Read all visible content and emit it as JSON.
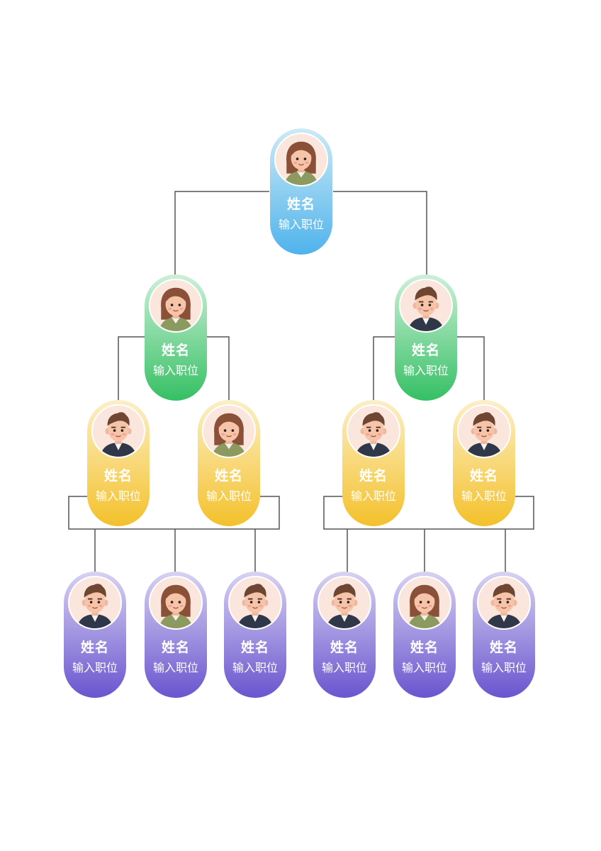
{
  "colors": {
    "connector": "#555555",
    "level_root": [
      "#cdeaf6",
      "#4fb3ec"
    ],
    "level_2": [
      "#cdf0d8",
      "#35c064"
    ],
    "level_3": [
      "#fcefc7",
      "#f4c12b"
    ],
    "level_4": [
      "#d8d2f2",
      "#6a55cf"
    ]
  },
  "nodes": [
    {
      "id": "root",
      "level": "root",
      "avatar": "female",
      "name": "姓名",
      "role": "输入职位"
    },
    {
      "id": "l2-left",
      "level": "2",
      "avatar": "female",
      "name": "姓名",
      "role": "输入职位"
    },
    {
      "id": "l2-right",
      "level": "2",
      "avatar": "male",
      "name": "姓名",
      "role": "输入职位"
    },
    {
      "id": "l3-1",
      "level": "3",
      "avatar": "male",
      "name": "姓名",
      "role": "输入职位"
    },
    {
      "id": "l3-2",
      "level": "3",
      "avatar": "female",
      "name": "姓名",
      "role": "输入职位"
    },
    {
      "id": "l3-3",
      "level": "3",
      "avatar": "male",
      "name": "姓名",
      "role": "输入职位"
    },
    {
      "id": "l3-4",
      "level": "3",
      "avatar": "male",
      "name": "姓名",
      "role": "输入职位"
    },
    {
      "id": "l4-1",
      "level": "4",
      "avatar": "male",
      "name": "姓名",
      "role": "输入职位"
    },
    {
      "id": "l4-2",
      "level": "4",
      "avatar": "female",
      "name": "姓名",
      "role": "输入职位"
    },
    {
      "id": "l4-3",
      "level": "4",
      "avatar": "male",
      "name": "姓名",
      "role": "输入职位"
    },
    {
      "id": "l4-4",
      "level": "4",
      "avatar": "male",
      "name": "姓名",
      "role": "输入职位"
    },
    {
      "id": "l4-5",
      "level": "4",
      "avatar": "female",
      "name": "姓名",
      "role": "输入职位"
    },
    {
      "id": "l4-6",
      "level": "4",
      "avatar": "male",
      "name": "姓名",
      "role": "输入职位"
    }
  ],
  "edges": [
    [
      "root",
      "l2-left"
    ],
    [
      "root",
      "l2-right"
    ],
    [
      "l2-left",
      "l3-1"
    ],
    [
      "l2-left",
      "l3-2"
    ],
    [
      "l2-right",
      "l3-3"
    ],
    [
      "l2-right",
      "l3-4"
    ],
    [
      "l3-1",
      "l4-1"
    ],
    [
      "l3-1",
      "l4-2"
    ],
    [
      "l3-1",
      "l4-3"
    ],
    [
      "l3-2",
      "l4-1"
    ],
    [
      "l3-2",
      "l4-2"
    ],
    [
      "l3-2",
      "l4-3"
    ],
    [
      "l3-3",
      "l4-4"
    ],
    [
      "l3-3",
      "l4-5"
    ],
    [
      "l3-3",
      "l4-6"
    ],
    [
      "l3-4",
      "l4-4"
    ],
    [
      "l3-4",
      "l4-5"
    ],
    [
      "l3-4",
      "l4-6"
    ]
  ]
}
